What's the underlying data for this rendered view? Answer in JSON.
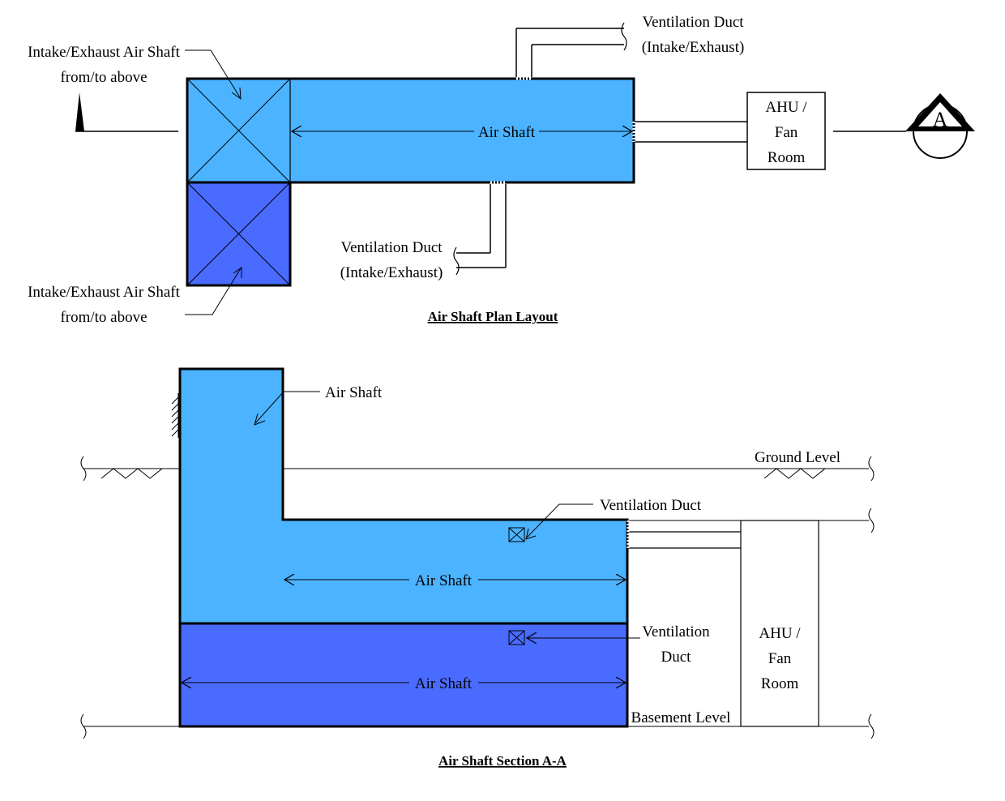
{
  "colors": {
    "light_shaft": "#4BB3FF",
    "dark_shaft": "#4A6BFF",
    "line": "#000000",
    "background": "#FFFFFF"
  },
  "plan": {
    "title": "Air Shaft Plan Layout",
    "intake_top": {
      "line1": "Intake/Exhaust Air Shaft",
      "line2": "from/to above"
    },
    "intake_bottom": {
      "line1": "Intake/Exhaust Air Shaft",
      "line2": "from/to above"
    },
    "duct_top": {
      "line1": "Ventilation Duct",
      "line2": "(Intake/Exhaust)"
    },
    "duct_bottom": {
      "line1": "Ventilation Duct",
      "line2": "(Intake/Exhaust)"
    },
    "air_shaft": "Air Shaft",
    "ahu": {
      "line1": "AHU /",
      "line2": "Fan",
      "line3": "Room"
    },
    "section_marker": "A"
  },
  "section": {
    "title": "Air Shaft Section A-A",
    "air_shaft_top": "Air Shaft",
    "air_shaft_mid": "Air Shaft",
    "air_shaft_bottom": "Air Shaft",
    "ground_level": "Ground Level",
    "basement_level": "Basement Level",
    "duct_upper": "Ventilation Duct",
    "duct_lower": {
      "line1": "Ventilation",
      "line2": "Duct"
    },
    "ahu": {
      "line1": "AHU /",
      "line2": "Fan",
      "line3": "Room"
    }
  }
}
